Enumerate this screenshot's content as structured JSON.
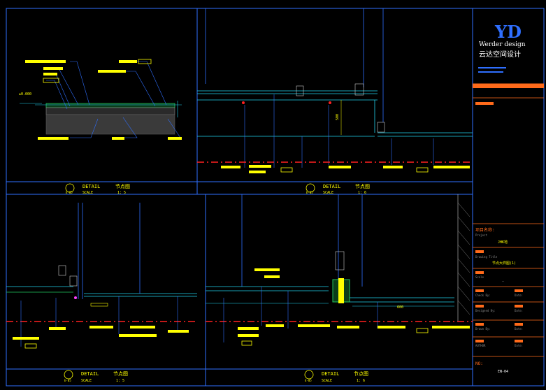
{
  "drawing": {
    "background": "#000000",
    "line_color": "#2f6fff",
    "accent_cyan": "#22d3ee",
    "accent_yellow": "#ffff00",
    "accent_red": "#ff2020",
    "accent_green": "#22c55e",
    "accent_orange": "#ff6a1a"
  },
  "title_block": {
    "logo_letters": "YD",
    "brand_en": "Werder design",
    "brand_cn": "云达空间设计",
    "project_label_cn": "项目名称:",
    "project_label_en": "Project",
    "project_value": "JHK地",
    "drawing_title_label_en": "Drawing Title",
    "drawing_title_value": "节点大样图(1)",
    "scale_label_en": "Scale",
    "scale_value": "-",
    "check_label_en": "Check By:",
    "design_label_en": "Designed By:",
    "drawn_label_en": "Drawn By:",
    "author_label_en": "AUTHOR",
    "date_label": "Date:",
    "no_label": "NO:",
    "sheet_no": "EN-04"
  },
  "details": [
    {
      "title_en": "DETAIL",
      "title_cn": "节点图",
      "scale_label": "SCALE",
      "scale_value": "1: 5",
      "tag": "E-05"
    },
    {
      "title_en": "DETAIL",
      "title_cn": "节点图",
      "scale_label": "SCALE",
      "scale_value": "1: 6",
      "tag": "E-05"
    },
    {
      "title_en": "DETAIL",
      "title_cn": "节点图",
      "scale_label": "SCALE",
      "scale_value": "1: 5",
      "tag": "E-05"
    },
    {
      "title_en": "DETAIL",
      "title_cn": "节点图",
      "scale_label": "SCALE",
      "scale_value": "1: 6",
      "tag": "E-05"
    }
  ],
  "annotations": {
    "level_mark": "±0.000",
    "dim_500": "500",
    "dim_600": "600"
  }
}
